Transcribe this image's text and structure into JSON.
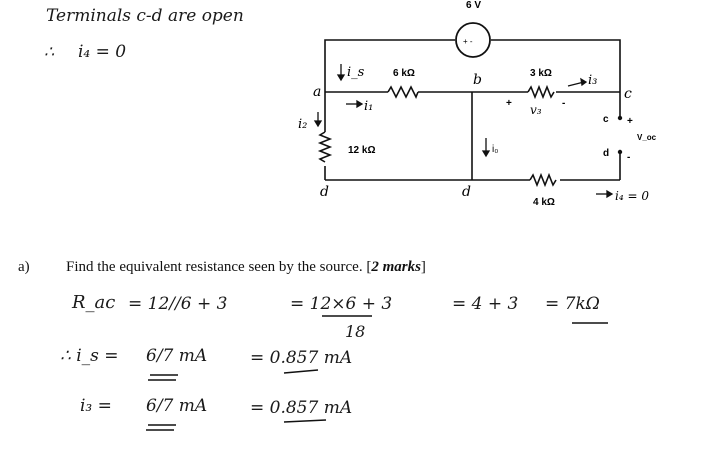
{
  "notes": {
    "line1": "Terminals c-d are open",
    "line2_prefix": "∴",
    "line2": "i₄ = 0"
  },
  "circuit": {
    "source_voltage": "6 V",
    "source_symbol": "+ -",
    "r1": "6 kΩ",
    "r2": "3 kΩ",
    "r3": "12 kΩ",
    "r4": "4 kΩ",
    "node_a": "a",
    "node_b": "b",
    "node_c": "c",
    "node_c2": "c",
    "node_d_left": "d",
    "node_d_mid": "d",
    "node_d_right": "d",
    "is_label": "i_s",
    "i1_label": "i₁",
    "i2_label": "i₂",
    "i3_label": "i₃",
    "i0_label": "i₀",
    "i4_label": "i₄ = 0",
    "v3_label": "v₃",
    "voc_label": "V_oc",
    "plus": "+",
    "minus": "-"
  },
  "question": {
    "label": "a)",
    "text": "Find the equivalent resistance seen by the source. [",
    "marks": "2 marks",
    "close": "]"
  },
  "work": {
    "line1_lhs": "R_ac",
    "line1_eq1": "= 12//6 + 3",
    "line1_eq2": "= 12×6 + 3",
    "line1_den": "18",
    "line1_eq3": "= 4 + 3",
    "line1_eq4": "= 7kΩ",
    "line2_lhs": "∴ i_s =",
    "line2_frac": "6/7 mA",
    "line2_eq": "= 0.857 mA",
    "line3_lhs": "i₃ =",
    "line3_frac": "6/7 mA",
    "line3_eq": "= 0.857 mA"
  }
}
